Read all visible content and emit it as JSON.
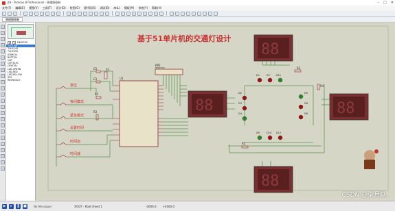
{
  "window": {
    "title": "jtd - Proteus 8 Professional - 原理图绘制",
    "controls": [
      "–",
      "□",
      "✕"
    ]
  },
  "menu": [
    "文件(F)",
    "编辑(E)",
    "视图(V)",
    "工具(T)",
    "设计(D)",
    "绘图(G)",
    "源代码(S)",
    "调试(B)",
    "库(L)",
    "模板(M)",
    "系统(Y)",
    "帮助(H)"
  ],
  "tabs": [
    "原理图绘制"
  ],
  "panel": {
    "header": "DEVICES",
    "buttons": [
      "P",
      "L"
    ],
    "devices": [
      "74LS164",
      "74HC245",
      "74HC595",
      "AT89C51",
      "BUTTON",
      "CAP",
      "CAP-ELEC",
      "CRYSTAL",
      "LED-GREEN",
      "LED-RED",
      "LED-YELLOW",
      "RES",
      "RESPACK-8"
    ],
    "selected_index": 0
  },
  "schematic": {
    "title": "基于51单片机的交通灯设计",
    "labels": {
      "reset": "复位",
      "night": "夜间模式",
      "emergency": "紧急模式",
      "set_time": "设置时间",
      "time_add": "时间加",
      "time_sub": "时间减",
      "u1": "U1",
      "rp1": "RP1",
      "rp1_sub": "RESPACK-8",
      "c1": "C1",
      "c2": "C2",
      "x1": "X1",
      "r1": "R1",
      "r2": "R2",
      "r3": "R3",
      "r4": "R4",
      "r5": "R5",
      "d1": "D1",
      "d2": "D2",
      "d3": "D3",
      "d4": "D4",
      "d5": "D5",
      "d6": "D6",
      "d7": "D7",
      "d8": "D8",
      "d9": "D9",
      "d10": "D10",
      "d11": "D11",
      "d12": "D12"
    }
  },
  "status": {
    "messages": "No Messages",
    "sheet": "ROOT - Root sheet 1",
    "x": "-3600.0",
    "y": "+2000.0",
    "watermark": "CSDN @柒月玖."
  },
  "colors": {
    "canvas": "#d6d6c6",
    "wire": "#1a6e1a",
    "part": "#8b2a2a",
    "title": "#c83232",
    "seg_bg": "#7a3030"
  }
}
